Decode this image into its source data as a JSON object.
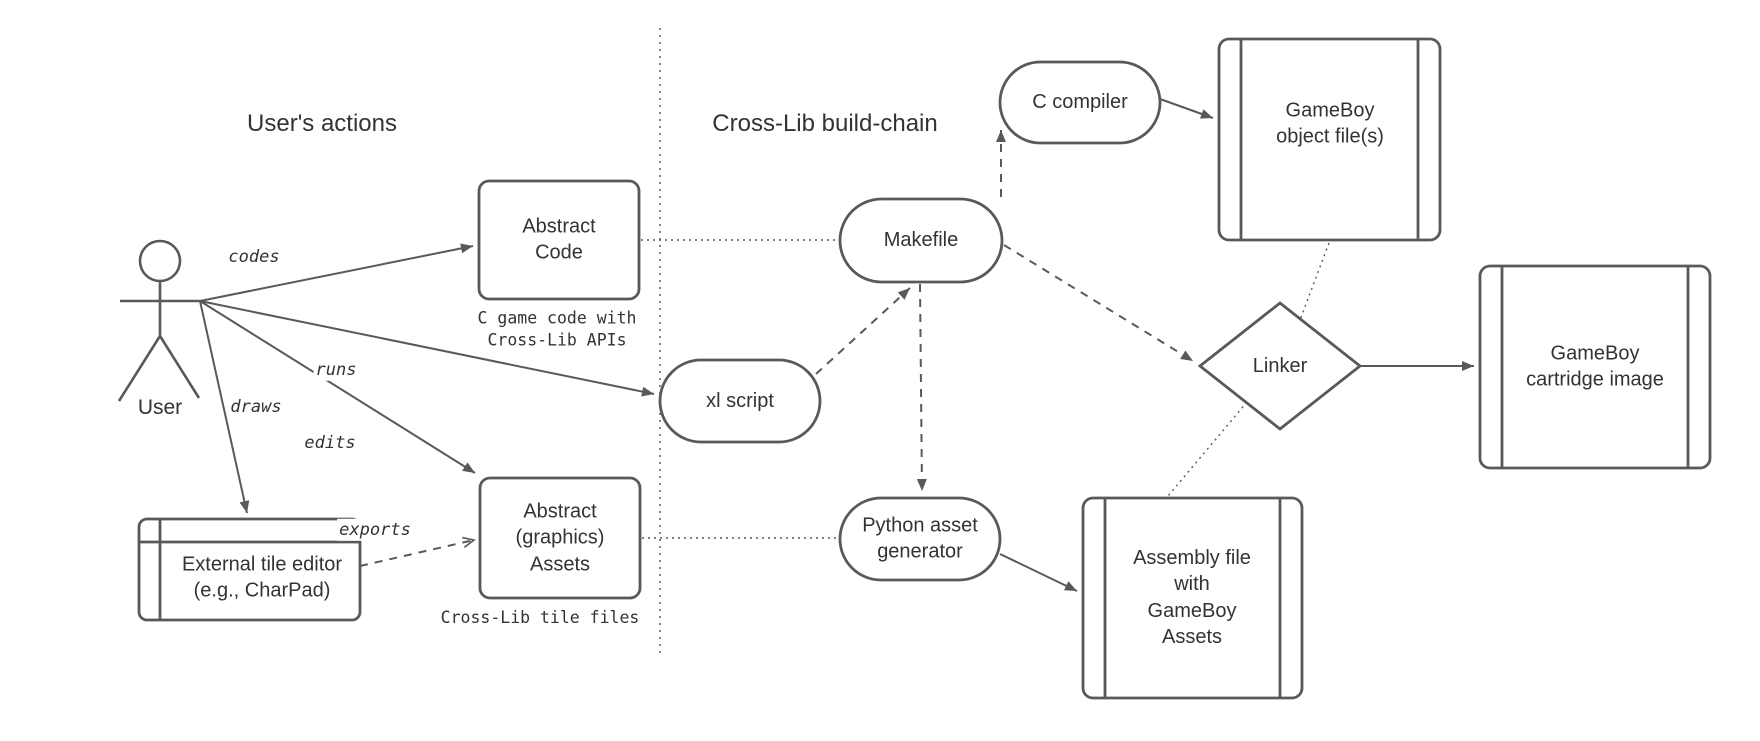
{
  "titles": {
    "left": "User's actions",
    "right": "Cross-Lib build-chain"
  },
  "actor": {
    "label": "User"
  },
  "nodes": {
    "abstract_code": {
      "label": "Abstract\nCode",
      "caption": "C game code with\nCross-Lib APIs"
    },
    "abstract_assets": {
      "label": "Abstract\n(graphics)\nAssets",
      "caption": "Cross-Lib tile files"
    },
    "tile_editor": {
      "label": "External tile editor\n(e.g., CharPad)"
    },
    "xl_script": {
      "label": "xl script"
    },
    "makefile": {
      "label": "Makefile"
    },
    "c_compiler": {
      "label": "C compiler"
    },
    "object_files": {
      "label": "GameBoy\nobject file(s)"
    },
    "python_generator": {
      "label": "Python asset\ngenerator"
    },
    "assembly_file": {
      "label": "Assembly file\nwith\nGameBoy\nAssets"
    },
    "linker": {
      "label": "Linker"
    },
    "cartridge": {
      "label": "GameBoy\ncartridge image"
    }
  },
  "edges": {
    "codes": "codes",
    "runs": "runs",
    "draws": "draws",
    "edits": "edits",
    "exports": "exports"
  },
  "colors": {
    "stroke": "#595959",
    "text": "#333333",
    "background": "#ffffff"
  }
}
